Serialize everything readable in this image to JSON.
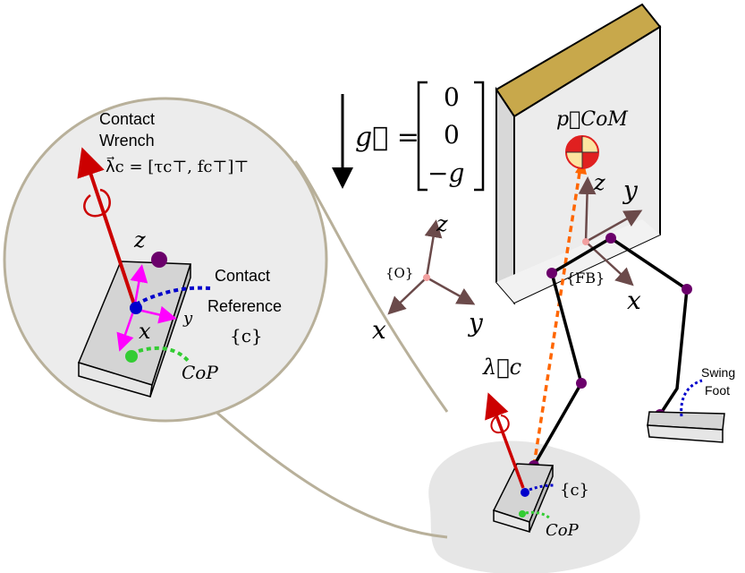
{
  "zoom_panel": {
    "contact_wrench_line1": "Contact",
    "contact_wrench_line2": "Wrench",
    "wrench_formula": "λ⃗c = [τc⊤, fc⊤]⊤",
    "z_label": "z",
    "x_label": "x",
    "y_label": "y",
    "contact_ref_line1": "Contact",
    "contact_ref_line2": "Reference",
    "contact_ref_frame": "{c}",
    "cop_label": "CoP"
  },
  "gravity": {
    "lhs": "g⃗ =",
    "vector": [
      "0",
      "0",
      "−g"
    ]
  },
  "world_frame": {
    "origin_label": "{O}",
    "z": "z",
    "x": "x",
    "y": "y"
  },
  "robot": {
    "com_label": "p⃗CoM",
    "fb_label": "{FB}",
    "fb_z": "z",
    "fb_y": "y",
    "fb_x": "x",
    "lambda_label": "λ⃗c",
    "contact_frame": "{c}",
    "cop_label": "CoP",
    "swing_line1": "Swing",
    "swing_line2": "Foot"
  },
  "colors": {
    "wrench": "#cc0000",
    "com_line": "#ff6600",
    "contact_dots": "#0000cc",
    "cop": "#33cc33",
    "joint": "#6b006b",
    "frame_axes": "#6b4a4a",
    "contact_axes": "#ff00ff",
    "base_top": "#c8a84b"
  }
}
